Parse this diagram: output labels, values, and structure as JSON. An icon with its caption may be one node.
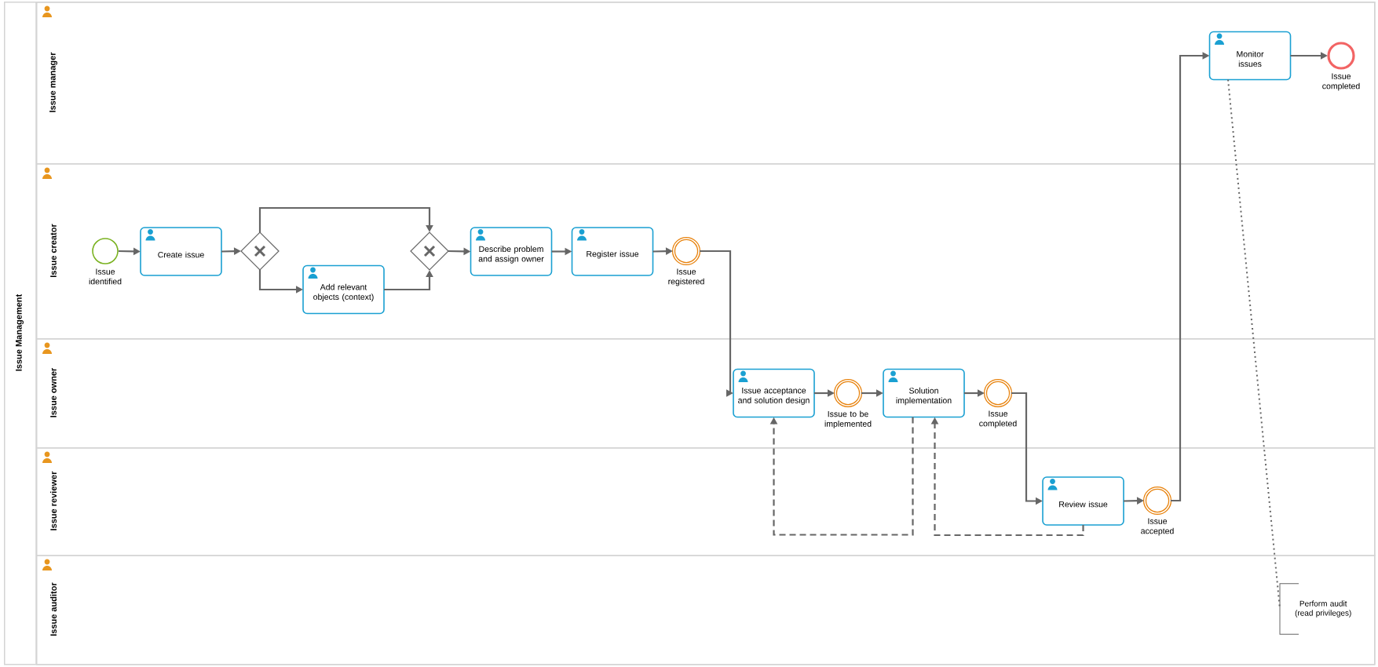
{
  "diagram": {
    "nodes": [
      {
        "text": [
          "Issue Management"
        ]
      },
      {
        "text": [
          "Issue manager"
        ],
        "in": 0
      },
      {
        "text": [
          "Issue creator"
        ],
        "in": 0
      },
      {
        "text": [
          "Issue owner"
        ],
        "in": 0
      },
      {
        "text": [
          "Issue reviewer"
        ],
        "in": 0
      },
      {
        "text": [
          "Issue auditor"
        ],
        "in": 0
      },
      {
        "text": [],
        "shape": "circle",
        "beside": [
          "Issue identified"
        ],
        "in": 2
      },
      {
        "text": [
          "Create issue"
        ],
        "in": 2
      },
      {
        "text": [],
        "shape": "diamond",
        "in": 2
      },
      {
        "text": [
          "Add relevant objects (context)"
        ],
        "in": 2
      },
      {
        "text": [],
        "shape": "diamond",
        "in": 2
      },
      {
        "text": [
          "Describe problem and assign owner"
        ],
        "in": 2
      },
      {
        "text": [
          "Register issue"
        ],
        "in": 2
      },
      {
        "text": [],
        "shape": "circle",
        "beside": [
          "Issue registered"
        ],
        "in": 2
      },
      {
        "text": [
          "Issue acceptance and solution design"
        ],
        "in": 3
      },
      {
        "text": [],
        "shape": "circle",
        "beside": [
          "Issue to be implemented"
        ],
        "in": 3
      },
      {
        "text": [
          "Solution implementation"
        ],
        "in": 3
      },
      {
        "text": [],
        "shape": "circle",
        "beside": [
          "Issue completed"
        ],
        "in": 3
      },
      {
        "text": [
          "Review issue"
        ],
        "in": 4
      },
      {
        "text": [],
        "shape": "circle",
        "beside": [
          "Issue accepted"
        ],
        "in": 4
      },
      {
        "text": [
          "Monitor issues"
        ],
        "in": 1
      },
      {
        "text": [],
        "shape": "circle",
        "beside": [
          "Issue completed"
        ],
        "in": 1
      },
      {
        "text": [
          "Perform audit (read privileges)"
        ],
        "in": 5
      }
    ],
    "edges": [
      {
        "from": 6,
        "to": 7,
        "arrow": "to"
      },
      {
        "from": 7,
        "to": 8,
        "arrow": "to"
      },
      {
        "from": 8,
        "to": 10,
        "arrow": "to"
      },
      {
        "from": 8,
        "to": 9,
        "arrow": "to"
      },
      {
        "from": 9,
        "to": 10,
        "arrow": "to"
      },
      {
        "from": 10,
        "to": 11,
        "arrow": "to"
      },
      {
        "from": 11,
        "to": 12,
        "arrow": "to"
      },
      {
        "from": 12,
        "to": 13,
        "arrow": "to"
      },
      {
        "from": 13,
        "to": 14,
        "arrow": "to"
      },
      {
        "from": 14,
        "to": 15,
        "arrow": "to"
      },
      {
        "from": 15,
        "to": 16,
        "arrow": "to"
      },
      {
        "from": 16,
        "to": 17,
        "arrow": "to"
      },
      {
        "from": 17,
        "to": 18,
        "arrow": "to"
      },
      {
        "from": 18,
        "to": 19,
        "arrow": "to"
      },
      {
        "from": 19,
        "to": 20,
        "arrow": "to"
      },
      {
        "from": 20,
        "to": 21,
        "arrow": "to"
      },
      {
        "from": 16,
        "to": 14,
        "arrow": "to",
        "style": "dashed"
      },
      {
        "from": 18,
        "to": 16,
        "arrow": "to",
        "style": "dashed"
      },
      {
        "from": 20,
        "to": 22,
        "arrow": "none",
        "style": "dashed"
      }
    ]
  }
}
